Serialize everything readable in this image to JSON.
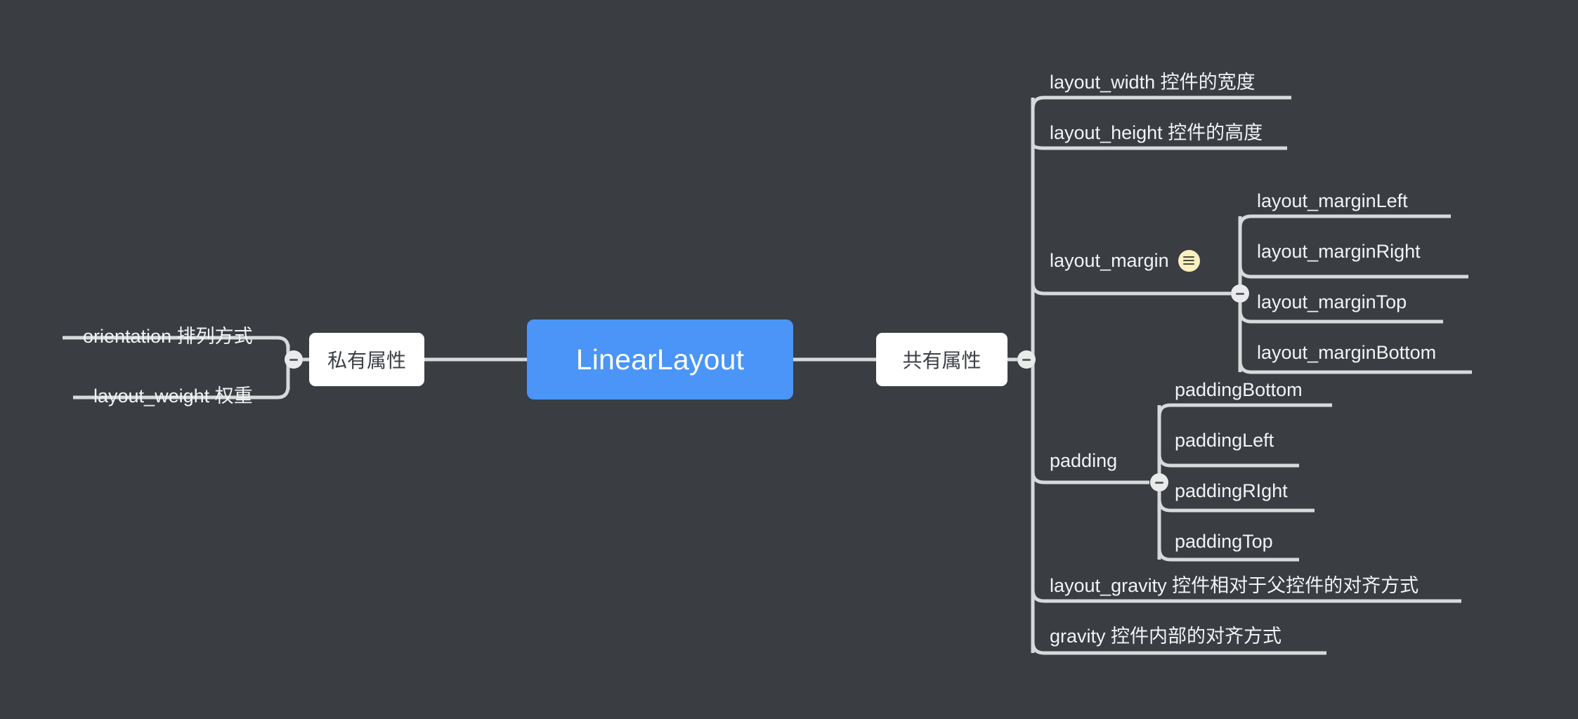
{
  "canvas": {
    "background_color": "#3a3d42",
    "line_color": "#d8d9da",
    "leaf_text_color": "#f2f3f4"
  },
  "root": {
    "label": "LinearLayout",
    "fill_color": "#4a95f7",
    "text_color": "#ffffff"
  },
  "left_branch": {
    "node": {
      "label": "私有属性",
      "fill_color": "#ffffff",
      "text_color": "#3c4045"
    },
    "toggle": {
      "icon": "minus-icon",
      "state": "expanded"
    },
    "children": [
      {
        "label": "orientation 排列方式"
      },
      {
        "label": "layout_weight 权重"
      }
    ]
  },
  "right_branch": {
    "node": {
      "label": "共有属性",
      "fill_color": "#ffffff",
      "text_color": "#3c4045"
    },
    "toggle": {
      "icon": "minus-icon",
      "state": "expanded"
    },
    "children": [
      {
        "label": "layout_width 控件的宽度"
      },
      {
        "label": "layout_height 控件的高度"
      },
      {
        "label": "layout_margin",
        "note_icon": "note-lines-icon",
        "note_icon_color": "#fbf0bf",
        "toggle": {
          "icon": "minus-icon",
          "state": "expanded"
        },
        "children": [
          {
            "label": "layout_marginLeft"
          },
          {
            "label": "layout_marginRight"
          },
          {
            "label": "layout_marginTop"
          },
          {
            "label": "layout_marginBottom"
          }
        ]
      },
      {
        "label": "padding",
        "toggle": {
          "icon": "minus-icon",
          "state": "expanded"
        },
        "children": [
          {
            "label": "paddingBottom"
          },
          {
            "label": "paddingLeft"
          },
          {
            "label": "paddingRIght"
          },
          {
            "label": "paddingTop"
          }
        ]
      },
      {
        "label": "layout_gravity  控件相对于父控件的对齐方式"
      },
      {
        "label": "gravity 控件内部的对齐方式"
      }
    ]
  }
}
